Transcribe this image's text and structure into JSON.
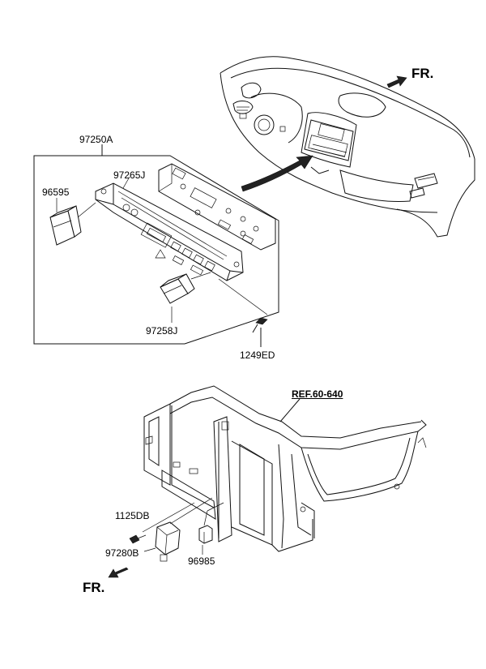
{
  "labels": {
    "fr_top": "FR.",
    "fr_bottom": "FR.",
    "assembly": "97250A",
    "panel": "97265J",
    "switch_left": "96595",
    "switch_lower": "97258J",
    "screw": "1249ED",
    "ref": "REF.60-640",
    "bolt": "1125DB",
    "sensor": "97280B",
    "connector": "96985"
  }
}
